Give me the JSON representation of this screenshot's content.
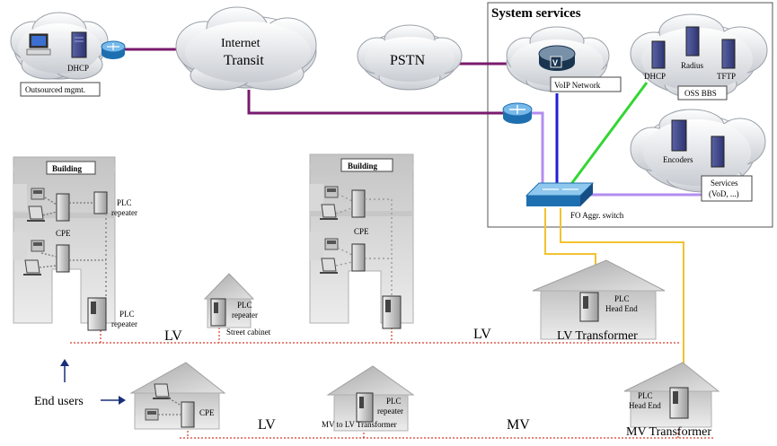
{
  "system_services": {
    "title": "System services"
  },
  "clouds": {
    "internet": {
      "line1": "Internet",
      "line2": "Transit"
    },
    "pstn": {
      "label": "PSTN"
    },
    "voip": {
      "label": "VoIP Network"
    },
    "oss": {
      "dhcp": "DHCP",
      "radius": "Radius",
      "tftp": "TFTP",
      "label": "OSS BBS"
    },
    "services": {
      "encoders": "Encoders",
      "line1": "Services",
      "line2": "(VoD, ...)"
    }
  },
  "outsourced": {
    "dhcp": "DHCP",
    "label": "Outsourced mgmt."
  },
  "switch": {
    "label": "FO Aggr. switch"
  },
  "buildings": [
    {
      "title": "Building",
      "cpe": "CPE",
      "repeater_top": [
        "PLC",
        "repeater"
      ],
      "repeater_bottom": [
        "PLC",
        "repeater"
      ]
    },
    {
      "title": "Building",
      "cpe": "CPE"
    }
  ],
  "street_cabinet": {
    "line1": "PLC",
    "line2": "repeater",
    "label": "Street cabinet"
  },
  "lv_transformer": {
    "line1": "PLC",
    "line2": "Head End",
    "label": "LV Transformer"
  },
  "mv_lv_transformer": {
    "line1": "PLC",
    "line2": "repeater",
    "label": "MV to LV Transformer"
  },
  "mv_transformer": {
    "line1": "PLC",
    "line2": "Head End",
    "label": "MV Transformer"
  },
  "end_house": {
    "cpe": "CPE"
  },
  "end_users": {
    "label": "End users"
  },
  "segments": {
    "lv_upper_left": "LV",
    "lv_upper_right": "LV",
    "lv_lower": "LV",
    "mv_lower": "MV"
  },
  "colors": {
    "internet_link": "#7a1a6e",
    "voip_link": "#1f1fd6",
    "oss_link": "#33d633",
    "service_link": "#b38ef0",
    "fiber_link": "#f2c230",
    "power_line": "#d83a2a"
  }
}
